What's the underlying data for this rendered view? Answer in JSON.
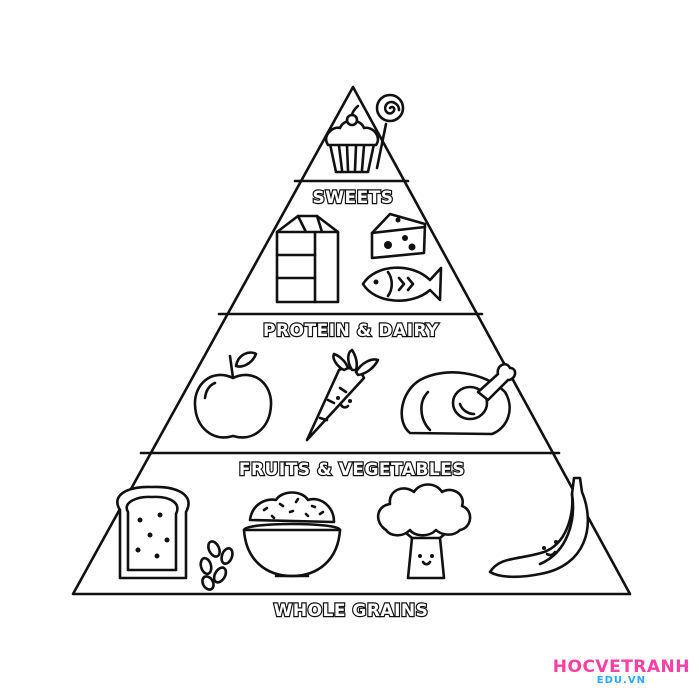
{
  "pyramid": {
    "levels": [
      {
        "label": "SWEETS"
      },
      {
        "label": "PROTEIN & DAIRY"
      },
      {
        "label": "FRUITS & VEGETABLES"
      },
      {
        "label": "WHOLE GRAINS"
      }
    ]
  },
  "watermark": {
    "main": "HOCVETRANH",
    "sub": "EDU.VN"
  },
  "icons": [
    "cupcake-icon",
    "lollipop-icon",
    "milk-carton-icon",
    "cheese-icon",
    "fish-icon",
    "apple-icon",
    "carrot-icon",
    "roast-chicken-icon",
    "bread-icon",
    "grain-seeds-icon",
    "rice-bowl-icon",
    "broccoli-icon",
    "banana-icon"
  ],
  "colors": {
    "line": "#111111",
    "background": "#ffffff",
    "watermark_main": "#ff3fa4",
    "watermark_sub": "#2aa8ff"
  }
}
